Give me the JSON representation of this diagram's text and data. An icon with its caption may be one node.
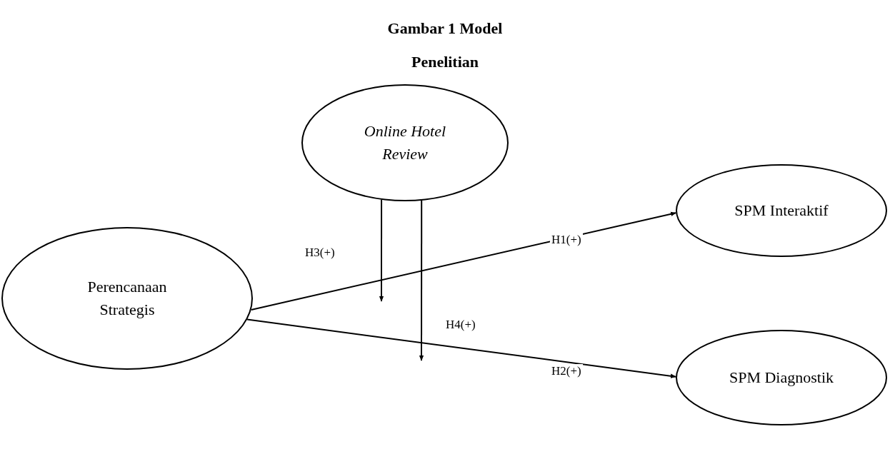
{
  "diagram": {
    "title": "Gambar 1 Model Penelitian",
    "nodes": [
      {
        "text": [
          "Online Hotel Review"
        ]
      },
      {
        "text": [
          "Perencanaan Strategis"
        ]
      },
      {
        "text": [
          "SPM Interaktif"
        ]
      },
      {
        "text": [
          "SPM Diagnostik"
        ]
      }
    ],
    "edges": [
      {
        "from": 1,
        "to": 2,
        "arrow": "to",
        "label": "H1(+)"
      },
      {
        "from": 1,
        "to": 3,
        "arrow": "to",
        "label": "H2(+)"
      },
      {
        "from": 0,
        "to": null,
        "arrow": "to",
        "label": "H3(+)"
      },
      {
        "from": 0,
        "to": null,
        "arrow": "to",
        "label": "H4(+)"
      }
    ]
  }
}
